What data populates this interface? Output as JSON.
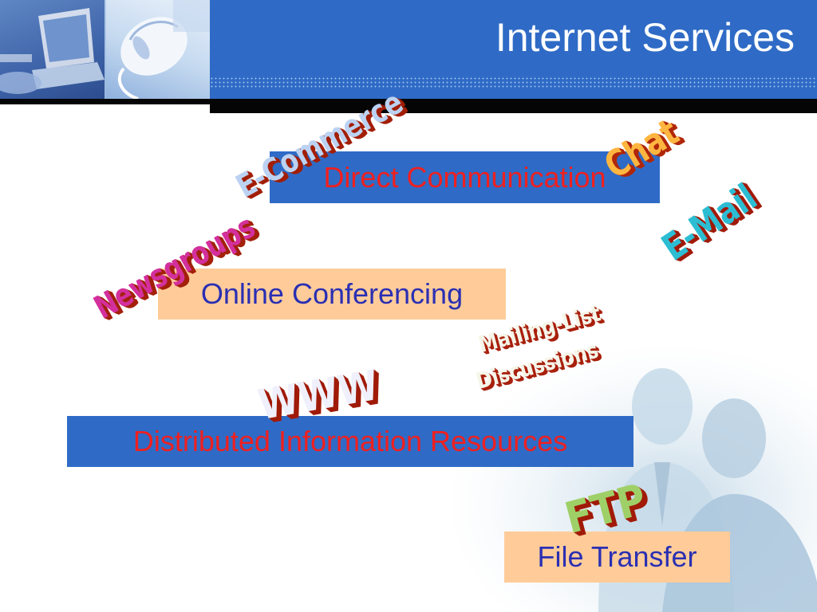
{
  "slide": {
    "title": "Internet Services"
  },
  "services": [
    {
      "label": "Direct Communication",
      "style": "blue"
    },
    {
      "label": "Online Conferencing",
      "style": "peach"
    },
    {
      "label": "Distributed Information Resources",
      "style": "blue"
    },
    {
      "label": "File Transfer",
      "style": "peach"
    }
  ],
  "wordart": {
    "ecommerce": "E-Commerce",
    "chat": "Chat",
    "email": "E-Mail",
    "newsgroups": "Newsgroups",
    "mailing_list": "Mailing-List",
    "discussions": "Discussions",
    "www": "WWW",
    "ftp": "FTP"
  },
  "colors": {
    "header_blue": "#2f6bc6",
    "box_peach": "#ffcc99",
    "text_red": "#ef2020",
    "text_blue": "#2a2fb3",
    "wordart_shadow": "#a21e06"
  }
}
